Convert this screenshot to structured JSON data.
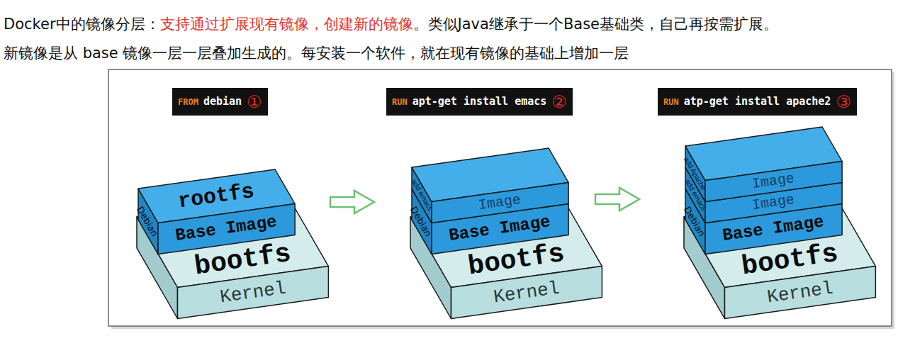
{
  "diagram": {
    "nodes": [
      {
        "text": [
          "FROM",
          "debian",
          "①"
        ]
      },
      {
        "text": [
          "rootfs",
          "Debian",
          "Base Image"
        ]
      },
      {
        "text": [
          "bootfs",
          "Kernel"
        ]
      },
      {
        "text": [
          "RUN",
          "apt-get install emacs",
          "②"
        ]
      },
      {
        "text": [
          "add emacs",
          "Image"
        ]
      },
      {
        "text": [
          "Debian",
          "Base Image"
        ]
      },
      {
        "text": [
          "bootfs",
          "Kernel"
        ]
      },
      {
        "text": [
          "RUN",
          "atp-get install apache2",
          "③"
        ]
      },
      {
        "text": [
          "add Apache",
          "Image"
        ]
      },
      {
        "text": [
          "add emacs",
          "Image"
        ]
      },
      {
        "text": [
          "Debian",
          "Base Image"
        ]
      },
      {
        "text": [
          "bootfs",
          "Kernel"
        ]
      }
    ],
    "labels": [
      "Docker中的镜像分层：",
      "支持通过扩展现有镜像，创建新的镜像",
      "。类似Java继承于一个Base基础类，自己再按需扩展。",
      "新镜像是从 base 镜像一层一层叠加生成的。每安装一个软件，就在现有镜像的基础上增加一层"
    ]
  }
}
